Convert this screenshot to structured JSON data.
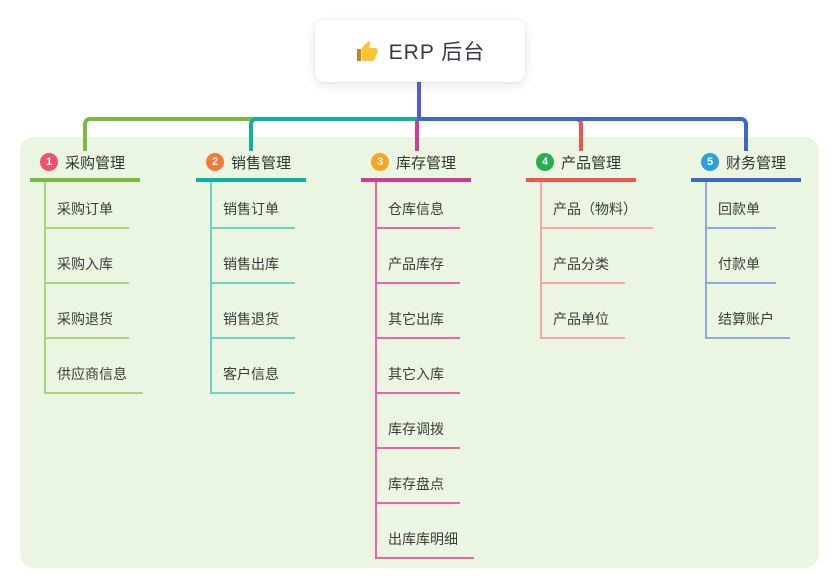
{
  "root": {
    "label": "ERP 后台",
    "icon": "thumbs-up",
    "icon_colors": {
      "hand": "#fbc231",
      "sleeve": "#c8802c"
    },
    "box_bg": "#ffffff",
    "stem_color": "#4d5ed6"
  },
  "panel": {
    "bg": "#eaf6e2"
  },
  "branches": [
    {
      "num": "1",
      "label": "采购管理",
      "color": "#7cb93f",
      "light_color": "#abd282",
      "badge_color": "#f1516b",
      "items": [
        "采购订单",
        "采购入库",
        "采购退货",
        "供应商信息"
      ]
    },
    {
      "num": "2",
      "label": "销售管理",
      "color": "#0fb0a6",
      "light_color": "#72cfc7",
      "badge_color": "#f4793b",
      "items": [
        "销售订单",
        "销售出库",
        "销售退货",
        "客户信息"
      ]
    },
    {
      "num": "3",
      "label": "库存管理",
      "color": "#cf3d92",
      "light_color": "#ef61a8",
      "badge_color": "#f7a622",
      "items": [
        "仓库信息",
        "产品库存",
        "其它出库",
        "其它入库",
        "库存调拨",
        "库存盘点",
        "出库库明细"
      ]
    },
    {
      "num": "4",
      "label": "产品管理",
      "color": "#f2544e",
      "light_color": "#f8a8a1",
      "badge_color": "#25af4e",
      "items": [
        "产品（物料）",
        "产品分类",
        "产品单位"
      ]
    },
    {
      "num": "5",
      "label": "财务管理",
      "color": "#3b67ce",
      "light_color": "#8fa9de",
      "badge_color": "#2aa0dd",
      "items": [
        "回款单",
        "付款单",
        "结算账户"
      ]
    }
  ]
}
